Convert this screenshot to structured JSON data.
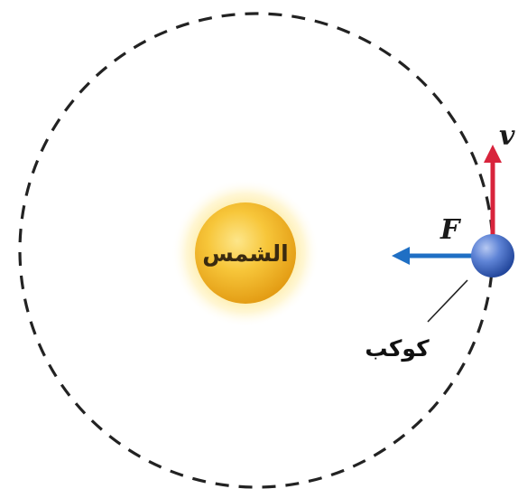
{
  "sun": {
    "label": "الشمس",
    "color": "#f2b51c"
  },
  "planet": {
    "label": "كوكب",
    "color": "#3f67c8"
  },
  "vectors": {
    "velocity": {
      "label": "v",
      "color": "#d8243c"
    },
    "force": {
      "label": "F",
      "color": "#1f6fc4"
    }
  },
  "orbit": {
    "style": "dashed",
    "color": "#222222"
  }
}
